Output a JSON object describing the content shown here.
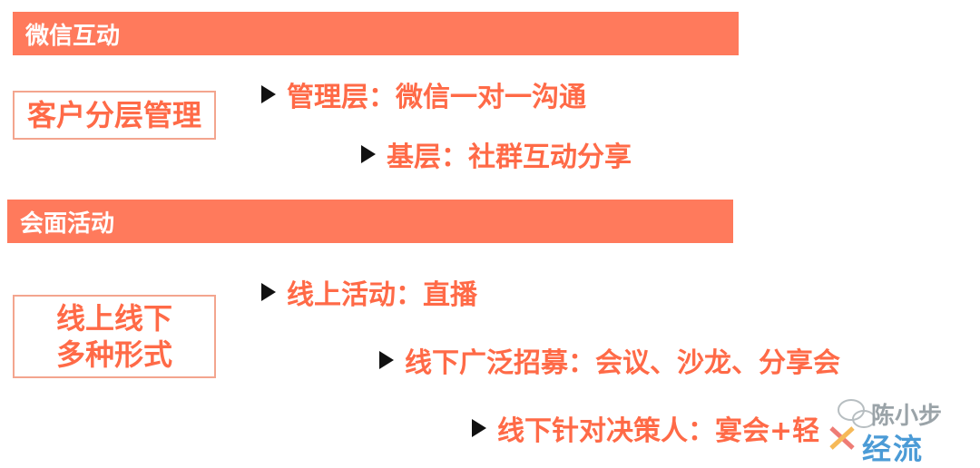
{
  "sections": [
    {
      "banner": "微信互动",
      "box_lines": [
        "客户分层管理"
      ],
      "items": [
        "管理层：微信一对一沟通",
        "基层：社群互动分享"
      ]
    },
    {
      "banner": "会面活动",
      "box_lines": [
        "线上线下",
        "多种形式"
      ],
      "items": [
        "线上活动：直播",
        "线下广泛招募：会议、沙龙、分享会",
        "线下针对决策人：宴会+轻"
      ]
    }
  ],
  "watermark": {
    "line1": "陈小步",
    "line2": "经流"
  },
  "colors": {
    "banner_bg": "#ff7a5c",
    "accent_text": "#ff6a47",
    "box_border": "#f3a58e",
    "arrow": "#111111"
  }
}
